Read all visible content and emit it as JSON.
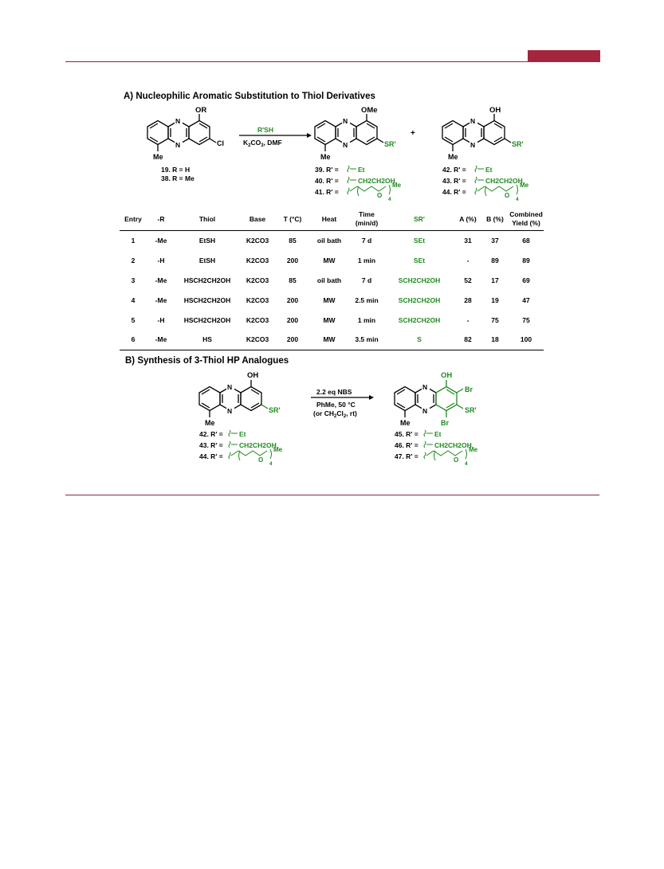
{
  "header": {
    "accent_color": "#a4263e",
    "rule_color": "#8b2846"
  },
  "sectionA": {
    "title": "A) Nucleophilic Aromatic Substitution to Thiol Derivatives",
    "start_sub": "OR",
    "start_cl": "Cl",
    "start_me": "Me",
    "start_labels": [
      "19. R = H",
      "38. R = Me"
    ],
    "reagent_top": "R'SH",
    "reagent_bottom": "K2CO3, DMF",
    "plus": "+",
    "prodA_sub": "OMe",
    "prodA_sr": "SR'",
    "prodA_me": "Me",
    "prodA_labels": [
      "39. R' =",
      "40. R' =",
      "41. R' ="
    ],
    "prodB_sub": "OH",
    "prodB_sr": "SR'",
    "prodB_me": "Me",
    "prodB_labels": [
      "42. R' =",
      "43. R' =",
      "44. R' ="
    ],
    "r_groups": [
      "Et",
      "CH2CH2OH",
      "Me",
      "4"
    ],
    "o_label": "O"
  },
  "table": {
    "headers": [
      "Entry",
      "-R",
      "Thiol",
      "Base",
      "T (°C)",
      "Heat",
      "Time (min/d)",
      "SR'",
      "A (%)",
      "B (%)",
      "Combined Yield (%)"
    ],
    "rows": [
      [
        "1",
        "-Me",
        "EtSH",
        "K2CO3",
        "85",
        "oil bath",
        "7 d",
        "SEt",
        "31",
        "37",
        "68"
      ],
      [
        "2",
        "-H",
        "EtSH",
        "K2CO3",
        "200",
        "MW",
        "1 min",
        "SEt",
        "-",
        "89",
        "89"
      ],
      [
        "3",
        "-Me",
        "HSCH2CH2OH",
        "K2CO3",
        "85",
        "oil bath",
        "7 d",
        "SCH2CH2OH",
        "52",
        "17",
        "69"
      ],
      [
        "4",
        "-Me",
        "HSCH2CH2OH",
        "K2CO3",
        "200",
        "MW",
        "2.5 min",
        "SCH2CH2OH",
        "28",
        "19",
        "47"
      ],
      [
        "5",
        "-H",
        "HSCH2CH2OH",
        "K2CO3",
        "200",
        "MW",
        "1 min",
        "SCH2CH2OH",
        "-",
        "75",
        "75"
      ],
      [
        "6",
        "-Me",
        "HS",
        "K2CO3",
        "200",
        "MW",
        "3.5 min",
        "S",
        "82",
        "18",
        "100"
      ]
    ]
  },
  "sectionB": {
    "title": "B) Synthesis of 3-Thiol HP Analogues",
    "start_sub": "OH",
    "start_sr": "SR'",
    "start_me": "Me",
    "start_labels": [
      "42. R' =",
      "43. R' =",
      "44. R' ="
    ],
    "reagent_top": "2.2 eq NBS",
    "reagent_bottom1": "PhMe, 50 °C",
    "reagent_bottom2": "(or CH2Cl2, rt)",
    "prod_sub": "OH",
    "prod_br": "Br",
    "prod_sr": "SR'",
    "prod_me": "Me",
    "prod_labels": [
      "45. R' =",
      "46. R' =",
      "47. R' ="
    ]
  }
}
